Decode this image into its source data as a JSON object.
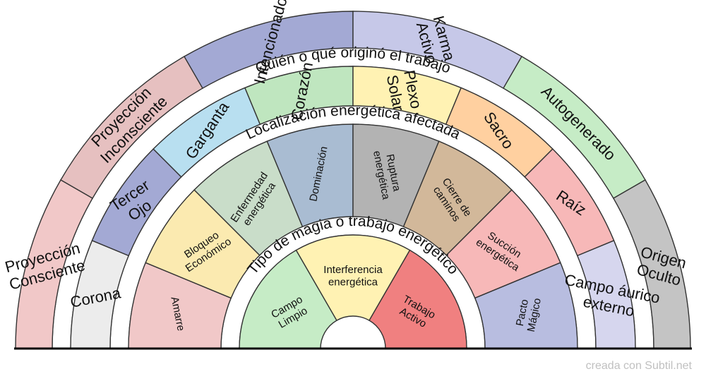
{
  "rings": [
    {
      "id": "outer",
      "title": "Quién o qué originó el trabajo",
      "segments": [
        {
          "label": "Proyección Consciente",
          "color": "#f1c8c8"
        },
        {
          "label": "Proyección Inconsciente",
          "color": "#e6c0c0"
        },
        {
          "label": "Intencionado",
          "color": "#a3a9d4"
        },
        {
          "label": "Karma Activo",
          "color": "#c6c8e8"
        },
        {
          "label": "Autogenerado",
          "color": "#c6ecc6"
        },
        {
          "label": "Origen Oculto",
          "color": "#c4c4c4"
        }
      ]
    },
    {
      "id": "middle",
      "title": "Localización energética afectada",
      "segments": [
        {
          "label": "Corona",
          "color": "#ececec"
        },
        {
          "label": "Tercer Ojo",
          "color": "#a3a9d4"
        },
        {
          "label": "Garganta",
          "color": "#b8dff0"
        },
        {
          "label": "Corazón",
          "color": "#bfe6bf"
        },
        {
          "label": "Plexo Solar",
          "color": "#fff2b3"
        },
        {
          "label": "Sacro",
          "color": "#ffd0a0"
        },
        {
          "label": "Raíz",
          "color": "#f7b8b8"
        },
        {
          "label": "Campo áurico externo",
          "color": "#d6d6ee"
        }
      ]
    },
    {
      "id": "inner",
      "title": "Tipo de magia o trabajo energético",
      "segments": [
        {
          "label": "Amarre",
          "color": "#f1c8c8"
        },
        {
          "label": "Bloqueo Económico",
          "color": "#fbeab0"
        },
        {
          "label": "Enfermedad energética",
          "color": "#c9ddc9"
        },
        {
          "label": "Dominación",
          "color": "#a9bcd2"
        },
        {
          "label": "Ruptura energética",
          "color": "#b3b3b3"
        },
        {
          "label": "Cierre de caminos",
          "color": "#d2b89a"
        },
        {
          "label": "Succión energética",
          "color": "#f7b8b8"
        },
        {
          "label": "Pacto Mágico",
          "color": "#b8bde0"
        }
      ]
    },
    {
      "id": "core",
      "segments": [
        {
          "label": "Campo Limpio",
          "color": "#c6ecc6"
        },
        {
          "label": "Interferencia energética",
          "color": "#fff2b3"
        },
        {
          "label": "Trabajo Activo",
          "color": "#f08080"
        }
      ]
    }
  ],
  "footer": "creada con Subtil.net"
}
